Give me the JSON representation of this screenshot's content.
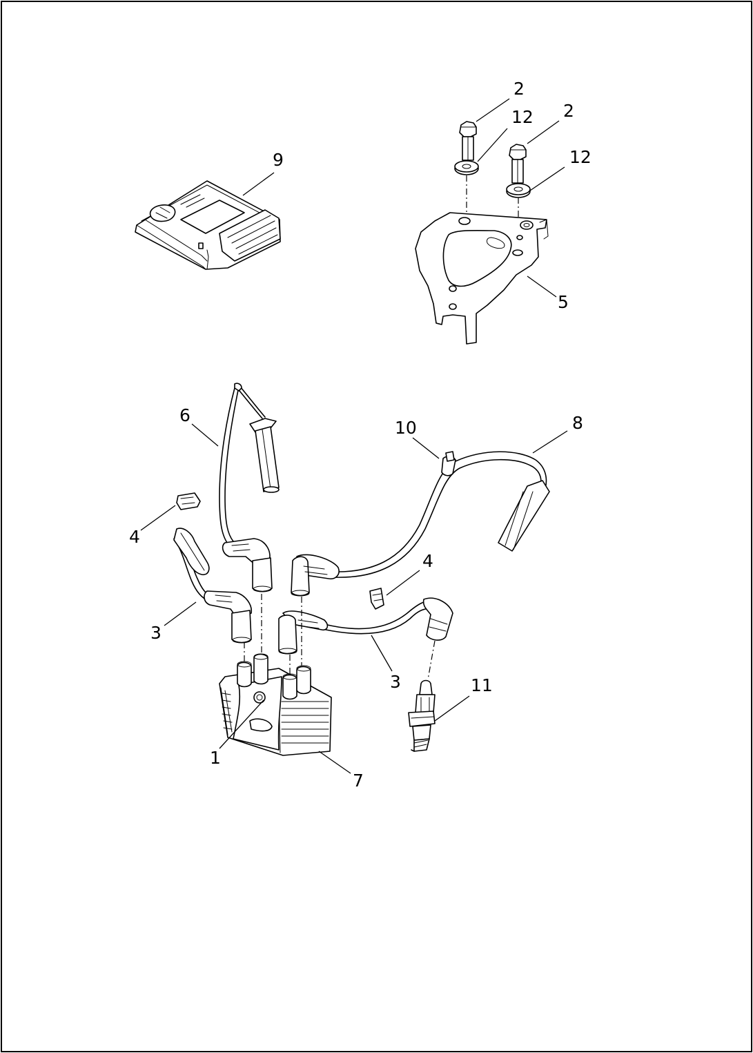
{
  "callouts": [
    {
      "id": "c-2a",
      "label": "2"
    },
    {
      "id": "c-12a",
      "label": "12"
    },
    {
      "id": "c-2b",
      "label": "2"
    },
    {
      "id": "c-12b",
      "label": "12"
    },
    {
      "id": "c-9",
      "label": "9"
    },
    {
      "id": "c-5",
      "label": "5"
    },
    {
      "id": "c-6",
      "label": "6"
    },
    {
      "id": "c-10",
      "label": "10"
    },
    {
      "id": "c-8",
      "label": "8"
    },
    {
      "id": "c-4a",
      "label": "4"
    },
    {
      "id": "c-4b",
      "label": "4"
    },
    {
      "id": "c-3a",
      "label": "3"
    },
    {
      "id": "c-3b",
      "label": "3"
    },
    {
      "id": "c-11",
      "label": "11"
    },
    {
      "id": "c-1",
      "label": "1"
    },
    {
      "id": "c-7",
      "label": "7"
    }
  ]
}
